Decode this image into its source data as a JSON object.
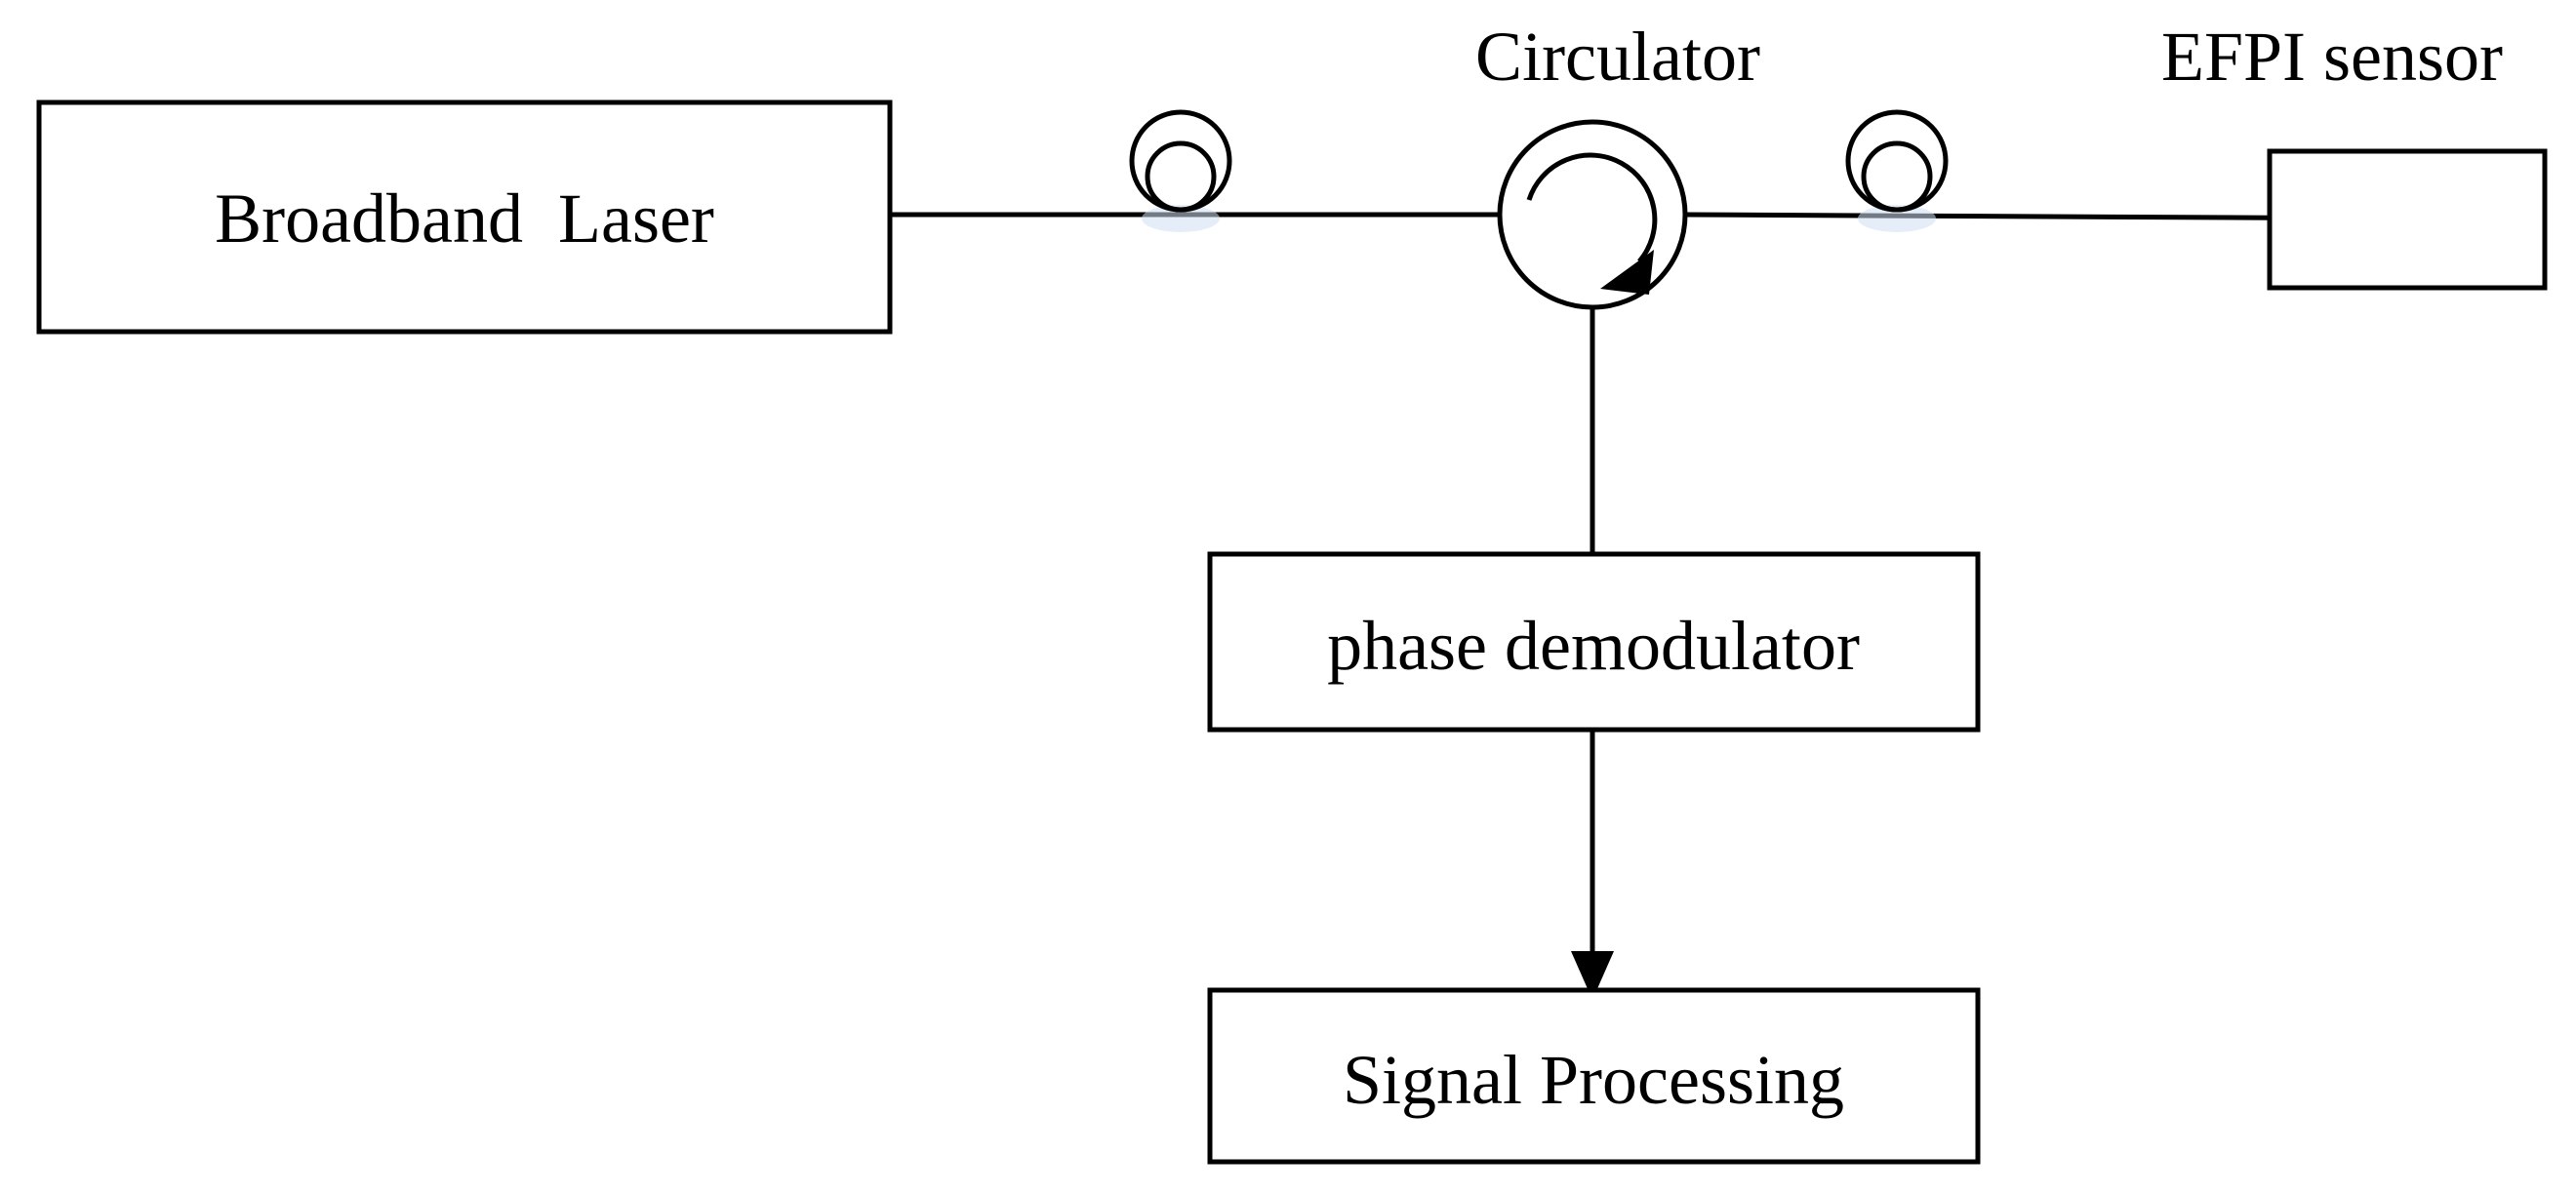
{
  "diagram": {
    "labels": {
      "broadband_laser": "Broadband  Laser",
      "circulator": "Circulator",
      "efpi_sensor": "EFPI sensor",
      "phase_demodulator": "phase demodulator",
      "signal_processing": "Signal Processing"
    }
  }
}
